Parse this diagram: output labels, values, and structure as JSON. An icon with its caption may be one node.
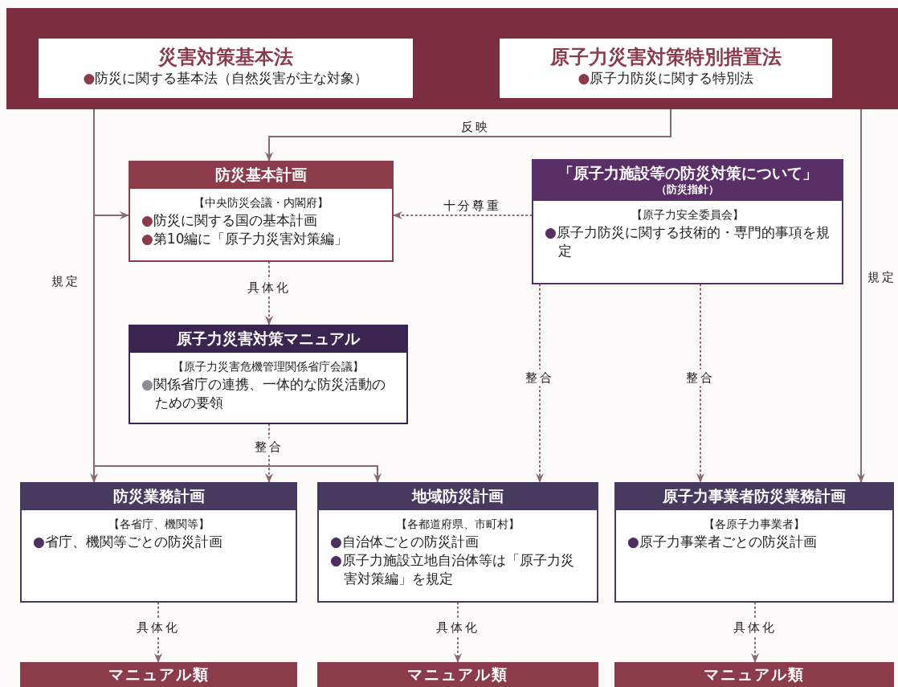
{
  "diagram": {
    "nodes": [
      {
        "text": [],
        "shape": "band"
      },
      {
        "text": [
          "災害対策基本法",
          "●防災に関する基本法（自然災害が主な対象）"
        ],
        "in": 0
      },
      {
        "text": [
          "原子力災害対策特別措置法",
          "●原子力防災に関する特別法"
        ],
        "in": 0
      },
      {
        "text": [
          "防災基本計画",
          "【中央防災会議・内閣府】",
          "●防災に関する国の基本計画",
          "●第10編に「原子力災害対策編」"
        ]
      },
      {
        "text": [
          "「原子力施設等の防災対策について」",
          "（防災指針）",
          "【原子力安全委員会】",
          "●原子力防災に関する技術的・専門的事項を規定"
        ]
      },
      {
        "text": [
          "原子力災害対策マニュアル",
          "【原子力災害危機管理関係省庁会議】",
          "●関係省庁の連携、一体的な防災活動のための要領"
        ]
      },
      {
        "text": [
          "防災業務計画",
          "【各省庁、機関等】",
          "●省庁、機関等ごとの防災計画"
        ]
      },
      {
        "text": [
          "地域防災計画",
          "【各都道府県、市町村】",
          "●自治体ごとの防災計画",
          "●原子力施設立地自治体等は「原子力災害対策編」を規定"
        ]
      },
      {
        "text": [
          "原子力事業者防災業務計画",
          "【各原子力事業者】",
          "●原子力事業者ごとの防災計画"
        ]
      },
      {
        "text": [
          "マニュアル類"
        ]
      },
      {
        "text": [
          "マニュアル類"
        ]
      },
      {
        "text": [
          "マニュアル類"
        ]
      }
    ],
    "edges": [
      {
        "from": 2,
        "to": 3,
        "arrow": "to",
        "label": "反映"
      },
      {
        "from": 1,
        "to": 3,
        "arrow": "to"
      },
      {
        "from": 1,
        "to": 6,
        "arrow": "to",
        "label": "規定"
      },
      {
        "from": 1,
        "to": 7,
        "arrow": "to"
      },
      {
        "from": 4,
        "to": 3,
        "arrow": "to",
        "label": "十分尊重",
        "style": "dashed"
      },
      {
        "from": 3,
        "to": 5,
        "arrow": "to",
        "label": "具体化",
        "style": "dashed"
      },
      {
        "from": 5,
        "to": 6,
        "arrow": "to",
        "label": "整合",
        "style": "dashed"
      },
      {
        "from": 4,
        "to": 7,
        "arrow": "to",
        "label": "整合",
        "style": "dashed"
      },
      {
        "from": 4,
        "to": 8,
        "arrow": "to",
        "label": "整合",
        "style": "dashed"
      },
      {
        "from": 2,
        "to": 8,
        "arrow": "to",
        "label": "規定"
      },
      {
        "from": 6,
        "to": 9,
        "arrow": "to",
        "label": "具体化",
        "style": "dashed"
      },
      {
        "from": 7,
        "to": 10,
        "arrow": "to",
        "label": "具体化",
        "style": "dashed"
      },
      {
        "from": 8,
        "to": 11,
        "arrow": "to",
        "label": "具体化",
        "style": "dashed"
      }
    ]
  }
}
